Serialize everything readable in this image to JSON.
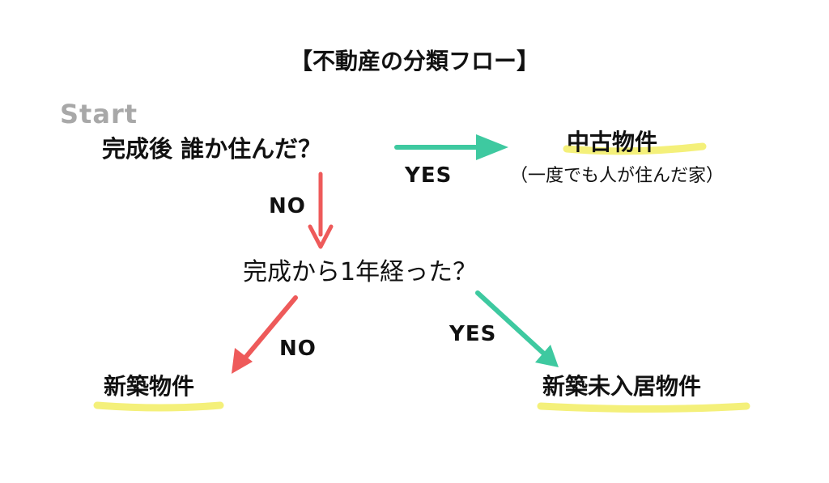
{
  "title": "【不動産の分類フロー】",
  "start_label": "Start",
  "questions": {
    "q1": "完成後 誰か住んだ？",
    "q2": "完成から1年経った？"
  },
  "results": {
    "used": "中古物件",
    "used_note": "（一度でも人が住んだ家）",
    "new": "新築物件",
    "unoccupied": "新築未入居物件"
  },
  "edge_labels": {
    "q1_yes": "YES",
    "q1_no": "NO",
    "q2_no": "NO",
    "q2_yes": "YES"
  },
  "colors": {
    "yes_arrow": "#3ec9a0",
    "no_arrow": "#ee5a5a",
    "highlight": "#f4f07a",
    "start_text": "#a8a8a8"
  }
}
